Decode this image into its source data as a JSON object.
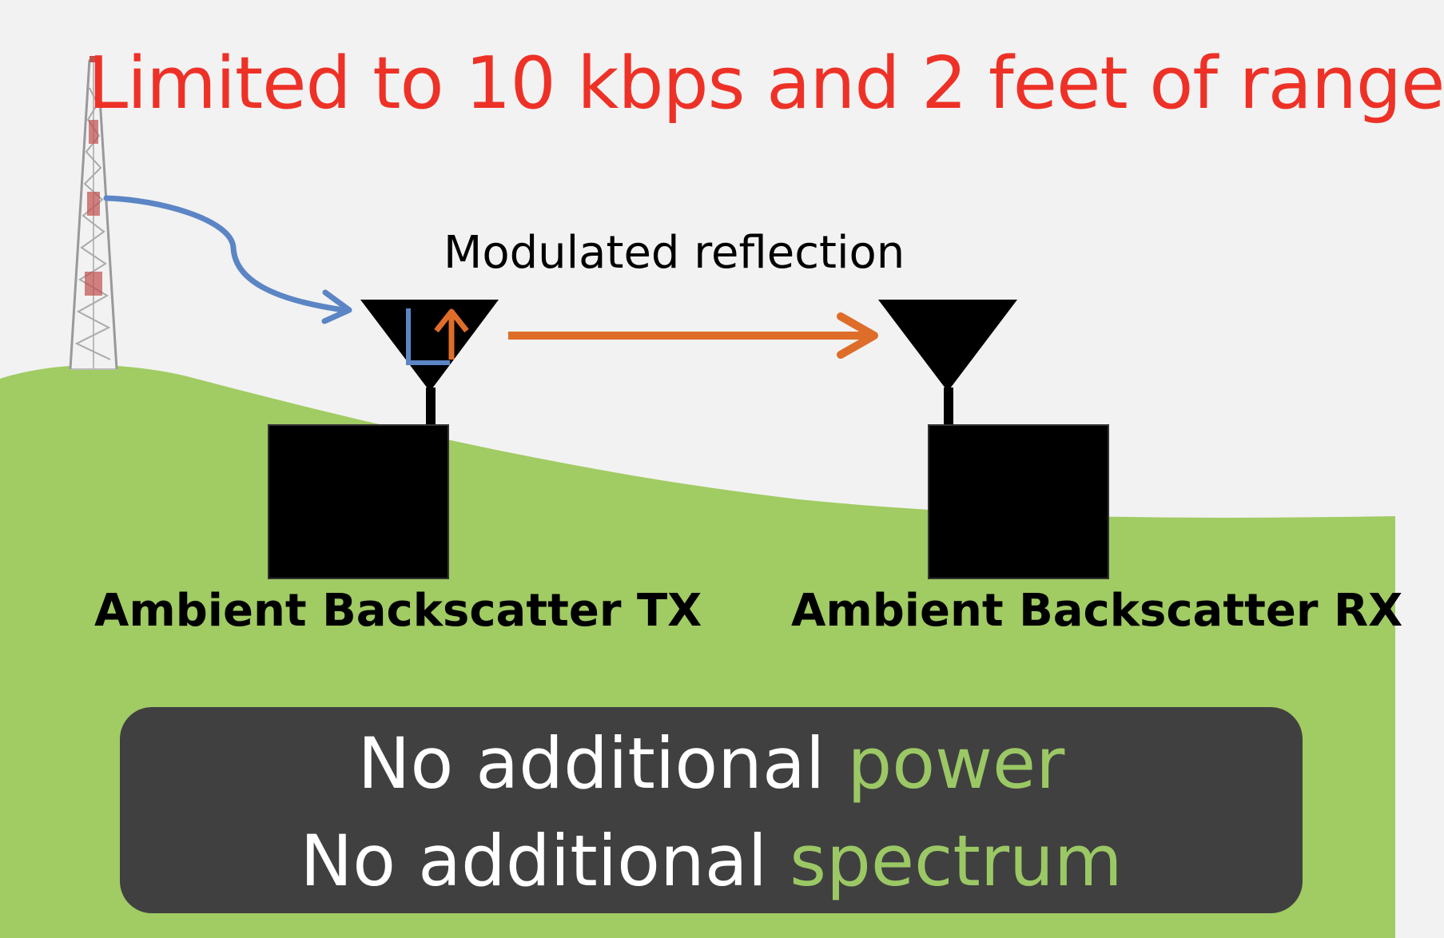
{
  "title": "Limited to 10 kbps and 2 feet of range",
  "reflection_label": "Modulated reflection",
  "tx_label": "Ambient Backscatter TX",
  "rx_label": "Ambient Backscatter RX",
  "info": {
    "line1_prefix": "No additional",
    "line1_highlight": "power",
    "line2_prefix": "No additional",
    "line2_highlight": "spectrum"
  },
  "colors": {
    "title": "#ee3127",
    "background": "#f2f2f2",
    "hill": "#a1cb63",
    "incident_arrow": "#5b85c4",
    "reflected_arrow": "#de6d2a",
    "device": "#000000",
    "info_box": "#404040",
    "highlight": "#9bc865"
  },
  "icons": {
    "tower": "radio-tower-icon",
    "tx_antenna": "antenna-icon",
    "rx_antenna": "antenna-icon"
  }
}
